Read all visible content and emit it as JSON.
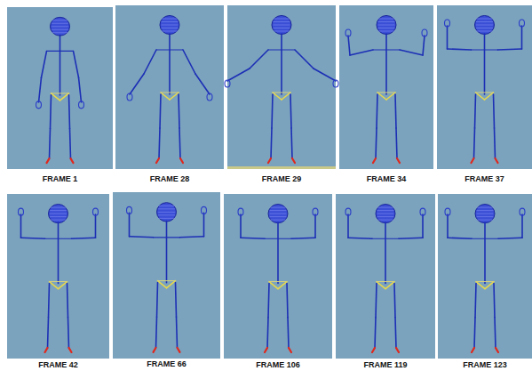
{
  "diagram": {
    "labels": [
      "FRAME 1",
      "FRAME 28",
      "FRAME 29",
      "FRAME 34",
      "FRAME 37",
      "FRAME 42",
      "FRAME 66",
      "FRAME 106",
      "FRAME 119",
      "FRAME 123"
    ]
  }
}
